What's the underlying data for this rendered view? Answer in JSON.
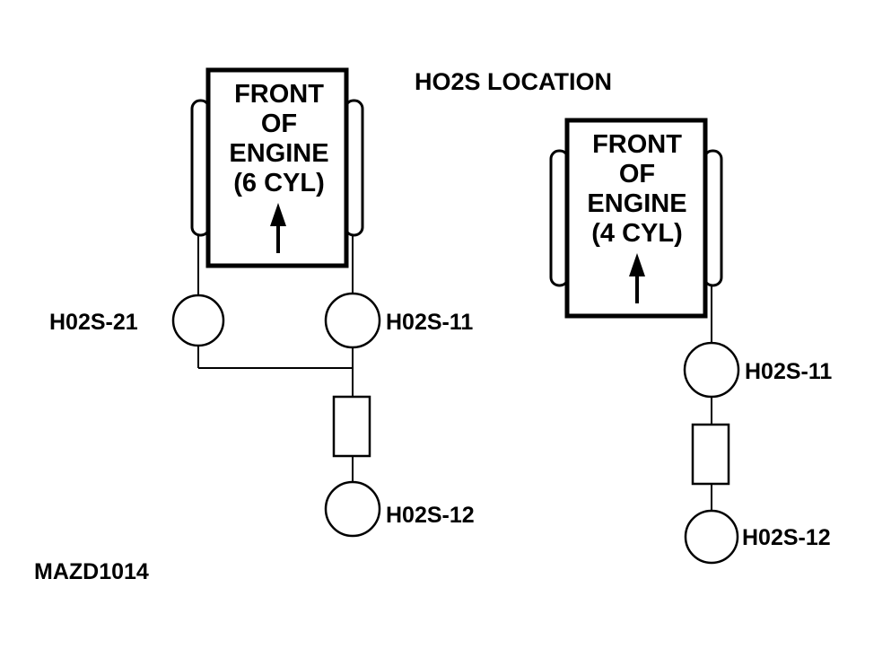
{
  "title": "HO2S LOCATION",
  "figure_code": "MAZD1014",
  "colors": {
    "ink": "#000000",
    "paper": "#ffffff"
  },
  "six_cyl": {
    "engine_lines": [
      "FRONT",
      "OF",
      "ENGINE",
      "(6 CYL)"
    ],
    "sensor_bank2_upstream": "H02S-21",
    "sensor_bank1_upstream": "H02S-11",
    "sensor_downstream": "H02S-12"
  },
  "four_cyl": {
    "engine_lines": [
      "FRONT",
      "OF",
      "ENGINE",
      "(4 CYL)"
    ],
    "sensor_upstream": "H02S-11",
    "sensor_downstream": "H02S-12"
  }
}
